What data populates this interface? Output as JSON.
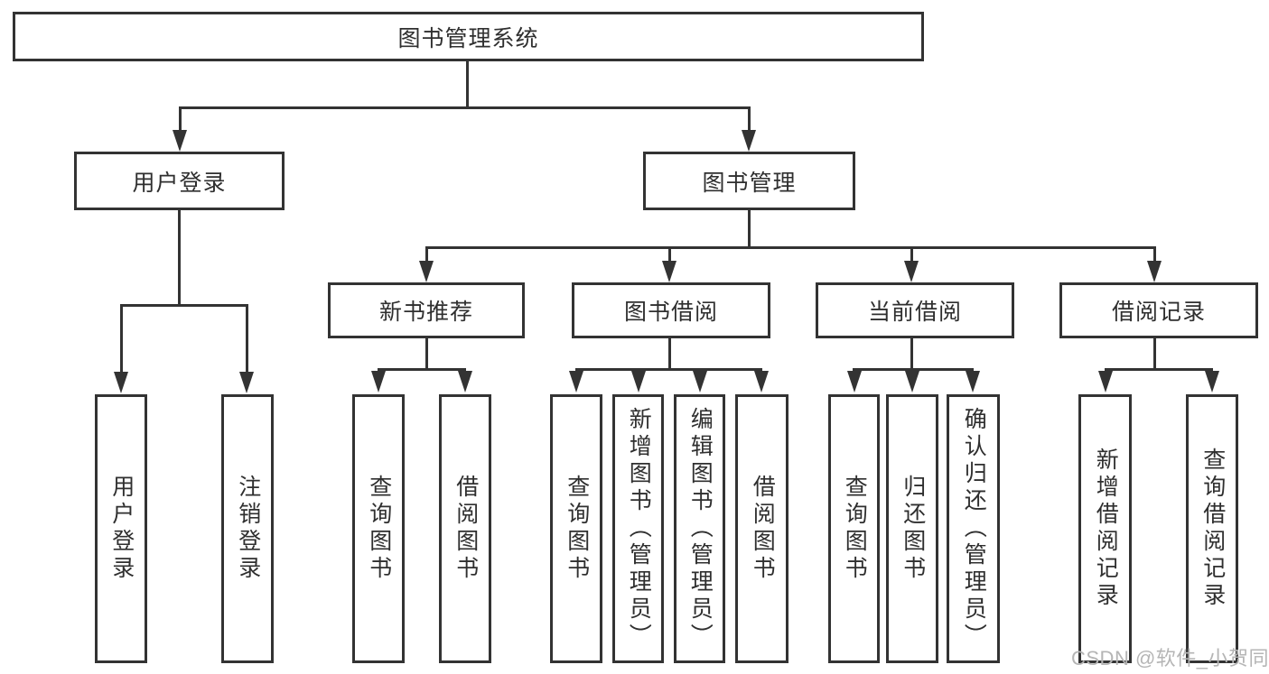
{
  "diagram_title": "图书管理系统",
  "nodes": {
    "root": "图书管理系统",
    "user_login": "用户登录",
    "book_mgmt": "图书管理",
    "new_book_rec": "新书推荐",
    "book_borrow": "图书借阅",
    "current_borrow": "当前借阅",
    "borrow_record": "借阅记录",
    "ul_login": "用户登录",
    "ul_logout": "注销登录",
    "nb_query": "查询图书",
    "nb_borrow": "借阅图书",
    "bb_query": "查询图书",
    "bb_add": "新增图书（管理员）",
    "bb_edit": "编辑图书（管理员）",
    "bb_borrow": "借阅图书",
    "cb_query": "查询图书",
    "cb_return": "归还图书",
    "cb_confirm": "确认归还（管理员）",
    "br_add": "新增借阅记录",
    "br_query": "查询借阅记录"
  },
  "hierarchy": {
    "root": [
      "user_login",
      "book_mgmt"
    ],
    "user_login": [
      "ul_login",
      "ul_logout"
    ],
    "book_mgmt": [
      "new_book_rec",
      "book_borrow",
      "current_borrow",
      "borrow_record"
    ],
    "new_book_rec": [
      "nb_query",
      "nb_borrow"
    ],
    "book_borrow": [
      "bb_query",
      "bb_add",
      "bb_edit",
      "bb_borrow"
    ],
    "current_borrow": [
      "cb_query",
      "cb_return",
      "cb_confirm"
    ],
    "borrow_record": [
      "br_add",
      "br_query"
    ]
  },
  "watermark": "CSDN @软件_小贺同学",
  "colors": {
    "line": "#333333",
    "text": "#2f2f2f",
    "watermark": "#b5b5b5",
    "background": "#ffffff"
  }
}
